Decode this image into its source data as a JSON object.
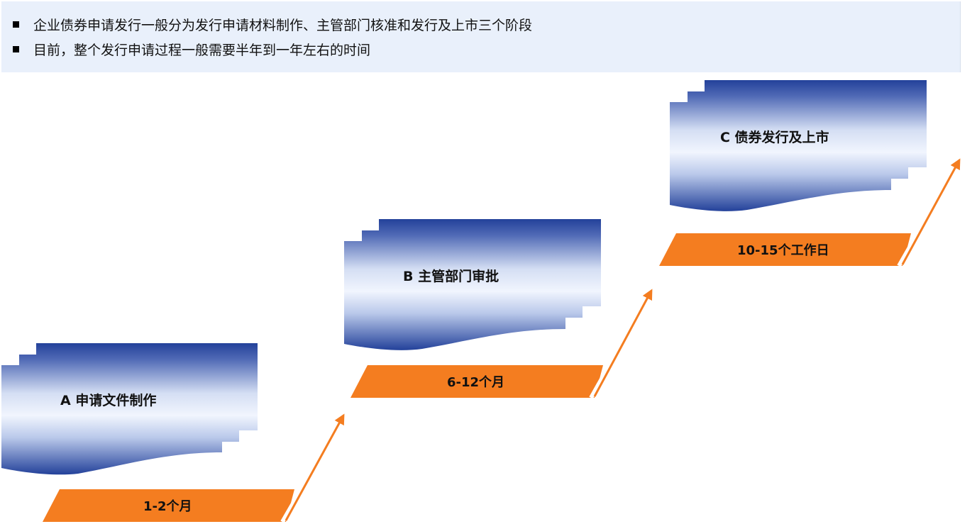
{
  "bullets": [
    "企业债券申请发行一般分为发行申请材料制作、主管部门核准和发行及上市三个阶段",
    "目前，整个发行申请过程一般需要半年到一年左右的时间"
  ],
  "stages": [
    {
      "label": "A 申请文件制作",
      "duration": "1-2个月"
    },
    {
      "label": "B 主管部门审批",
      "duration": "6-12个月"
    },
    {
      "label": "C 债券发行及上市",
      "duration": "10-15个工作日"
    }
  ],
  "colors": {
    "banner_bg": "#e9f0fb",
    "doc_dark": "#23419a",
    "doc_light": "#f1f5fe",
    "band_orange": "#f47d20",
    "band_shadow": "#ffffff"
  }
}
